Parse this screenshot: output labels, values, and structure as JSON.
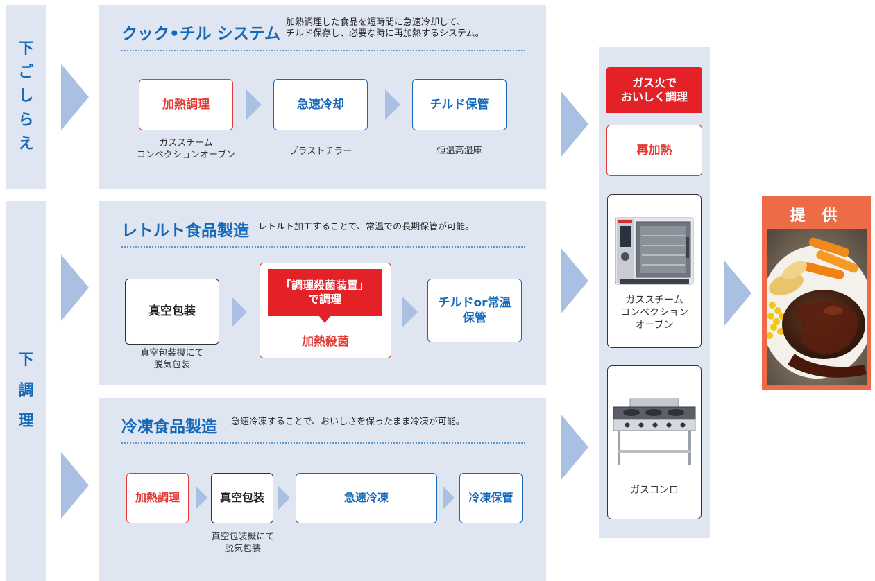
{
  "left_labels": {
    "prep": [
      "下",
      "ご",
      "し",
      "ら",
      "え"
    ],
    "cook": [
      "下",
      "調",
      "理"
    ]
  },
  "sections": {
    "cookchill": {
      "title": "クック•チル システム",
      "desc_line1": "加熱調理した食品を短時間に急速冷却して、",
      "desc_line2": "チルド保存し、必要な時に再加熱するシステム。",
      "steps": [
        "加熱調理",
        "急速冷却",
        "チルド保管"
      ],
      "caption1_line1": "ガススチーム",
      "caption1_line2": "コンベクションオーブン",
      "caption2": "ブラストチラー",
      "caption3": "恒温高湿庫"
    },
    "retort": {
      "title": "レトルト食品製造",
      "desc": "レトルト加工することで、常温での長期保管が可能。",
      "step1": "真空包装",
      "step1_caption_line1": "真空包装機にて",
      "step1_caption_line2": "脱気包装",
      "banner_line1": "「調理殺菌装置」",
      "banner_line2": "で調理",
      "step2": "加熱殺菌",
      "step3_line1": "チルドor常温",
      "step3_line2": "保管"
    },
    "frozen": {
      "title": "冷凍食品製造",
      "desc": "急速冷凍することで、おいしさを保ったまま冷凍が可能。",
      "steps": [
        "加熱調理",
        "真空包装",
        "急速冷凍",
        "冷凍保管"
      ],
      "caption_line1": "真空包装機にて",
      "caption_line2": "脱気包装"
    }
  },
  "reheat": {
    "banner_line1": "ガス火で",
    "banner_line2": "おいしく調理",
    "label": "再加熱",
    "oven_line1": "ガススチーム",
    "oven_line2": "コンベクション",
    "oven_line3": "オーブン",
    "stove": "ガスコンロ"
  },
  "provide": {
    "title": "提 供"
  },
  "colors": {
    "blue": "#1569b8",
    "red": "#e32126",
    "panel": "#dfe6f2",
    "arrow": "#a9c0e2",
    "orange": "#ee6b47"
  }
}
